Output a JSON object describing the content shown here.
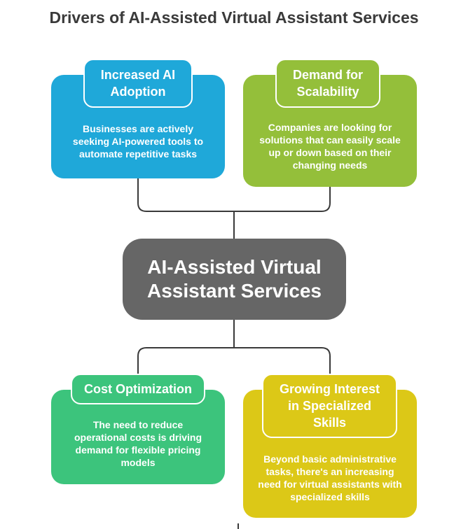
{
  "title": "Drivers of AI-Assisted Virtual Assistant Services",
  "center": "AI-Assisted Virtual Assistant Services",
  "colors": {
    "blue": "#1fa8d9",
    "green": "#94bf3a",
    "teal": "#3cc47c",
    "yellow": "#dcc817",
    "center": "#666666",
    "line": "#3a3a3a"
  },
  "cards": [
    {
      "heading": "Increased AI Adoption",
      "text": "Businesses are actively seeking AI-powered tools to automate repetitive tasks"
    },
    {
      "heading": "Demand for Scalability",
      "text": "Companies are looking for solutions that can easily scale up or down based on their changing needs"
    },
    {
      "heading": "Cost Optimization",
      "text": "The need to reduce operational costs is driving demand for flexible pricing models"
    },
    {
      "heading": "Growing Interest in Specialized Skills",
      "text": "Beyond basic administrative tasks, there's an increasing need for virtual assistants with specialized skills"
    }
  ]
}
